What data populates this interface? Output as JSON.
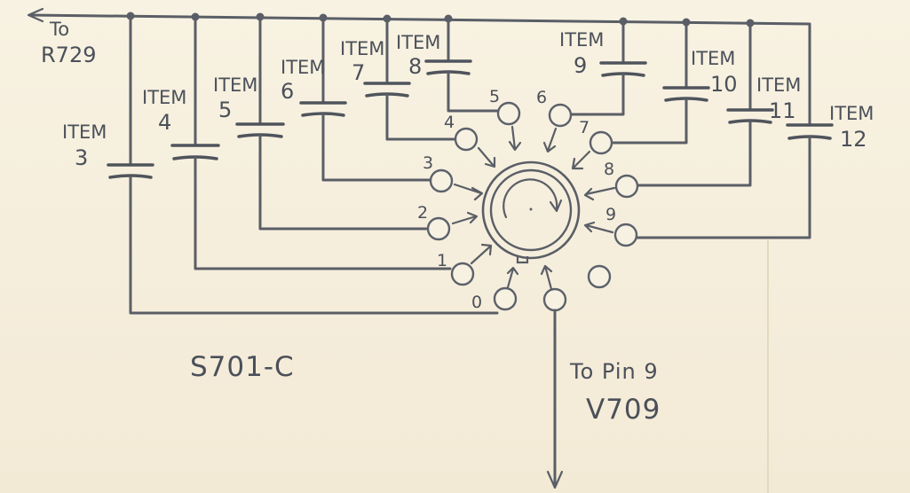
{
  "labels": {
    "to_r": "To",
    "r_ref": "R729",
    "switch_name": "S701-C",
    "to_pin": "To Pin 9",
    "tube": "V709"
  },
  "capacitors": [
    {
      "item": "ITEM",
      "num": "3"
    },
    {
      "item": "ITEM",
      "num": "4"
    },
    {
      "item": "ITEM",
      "num": "5"
    },
    {
      "item": "ITEM",
      "num": "6"
    },
    {
      "item": "ITEM",
      "num": "7"
    },
    {
      "item": "ITEM",
      "num": "8"
    },
    {
      "item": "ITEM",
      "num": "9"
    },
    {
      "item": "ITEM",
      "num": "10"
    },
    {
      "item": "ITEM",
      "num": "11"
    },
    {
      "item": "ITEM",
      "num": "12"
    }
  ],
  "positions": [
    "0",
    "1",
    "2",
    "3",
    "4",
    "5",
    "6",
    "7",
    "8",
    "9"
  ]
}
